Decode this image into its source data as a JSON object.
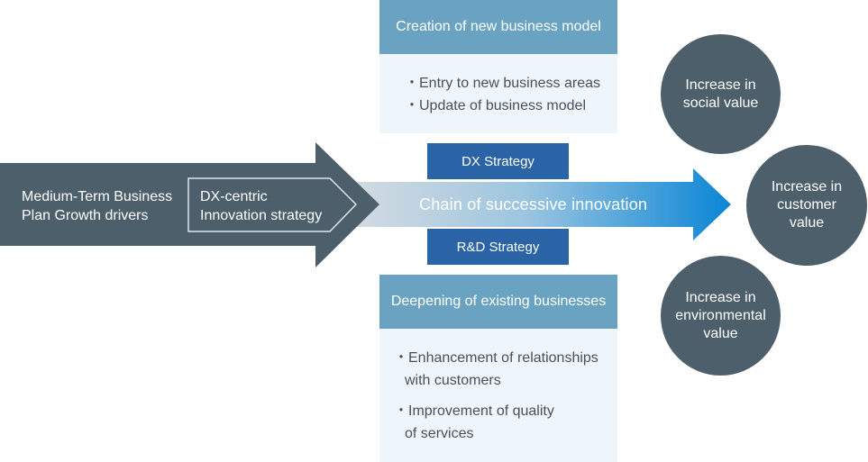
{
  "growth_drivers": {
    "line1": "Medium-Term Business",
    "line2": "Plan Growth drivers"
  },
  "dx_centric": {
    "line1": "DX-centric",
    "line2": "Innovation strategy"
  },
  "creation": {
    "title": "Creation of new business model",
    "items": [
      "・Entry to new business areas",
      "・Update of business model"
    ]
  },
  "dx_strategy": "DX Strategy",
  "chain": "Chain of successive innovation",
  "rd_strategy": "R&D Strategy",
  "deepening": {
    "title": "Deepening of existing businesses",
    "items": [
      {
        "line1": "・Enhancement of relationships",
        "line2": "with customers"
      },
      {
        "line1": "・Improvement of quality",
        "line2": "of services"
      }
    ]
  },
  "values": {
    "social": {
      "line1": "Increase in",
      "line2": "social value"
    },
    "customer": {
      "line1": "Increase in",
      "line2": "customer",
      "line3": "value"
    },
    "environmental": {
      "line1": "Increase in",
      "line2": "environmental",
      "line3": "value"
    }
  },
  "colors": {
    "dark_arrow": "#4e5f6c",
    "gradient_start": "#d2dbe1",
    "gradient_end": "#0f8ad8",
    "header_blue": "#6aa3c1",
    "body_bg": "#eef5fb",
    "strategy_blue": "#2a63a6",
    "circle": "#4e5f6c"
  }
}
